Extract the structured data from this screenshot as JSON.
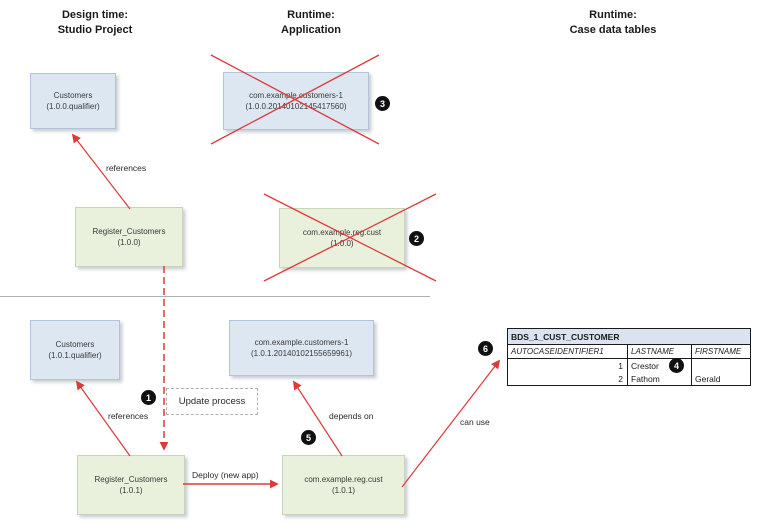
{
  "headers": [
    "Design time:\nStudio Project",
    "Runtime:\nApplication",
    "Runtime:\nCase data tables"
  ],
  "nodes": {
    "studio_customers_100": {
      "name": "Customers",
      "version": "(1.0.0.qualifier)"
    },
    "app_customers_100": {
      "name": "com.example.customers-1",
      "version": "(1.0.0.20140102145417560)"
    },
    "studio_register_100": {
      "name": "Register_Customers",
      "version": "(1.0.0)"
    },
    "app_regcust_100": {
      "name": "com.example.reg.cust",
      "version": "(1.0.0)"
    },
    "studio_customers_101": {
      "name": "Customers",
      "version": "(1.0.1.qualifier)"
    },
    "app_customers_101": {
      "name": "com.example.customers-1",
      "version": "(1.0.1.20140102155659961)"
    },
    "studio_register_101": {
      "name": "Register_Customers",
      "version": "(1.0.1)"
    },
    "app_regcust_101": {
      "name": "com.example.reg.cust",
      "version": "(1.0.1)"
    }
  },
  "labels": {
    "references_top": "references",
    "references_bottom": "references",
    "update_process": "Update process",
    "depends_on": "depends on",
    "deploy_new_app": "Deploy (new app)",
    "can_use": "can use"
  },
  "badges": [
    "1",
    "2",
    "3",
    "4",
    "5",
    "6"
  ],
  "table": {
    "title": "BDS_1_CUST_CUSTOMER",
    "columns": [
      "AUTOCASEIDENTIFIER1",
      "LASTNAME",
      "FIRSTNAME"
    ],
    "rows": [
      [
        "1",
        "Crestor",
        ""
      ],
      [
        "2",
        "Fathom",
        "Gerald"
      ]
    ]
  },
  "colors": {
    "studio_node_fill": "#dde7f2",
    "studio_node_border": "#aec3dd",
    "runtime_node_fill": "#e9f0dc",
    "runtime_node_border": "#c9d5b8",
    "arrow_red": "#dd3a3a",
    "badge_fill": "#111111",
    "table_title_fill": "#d9e4f0",
    "divider_gray": "#b0b0b0"
  }
}
